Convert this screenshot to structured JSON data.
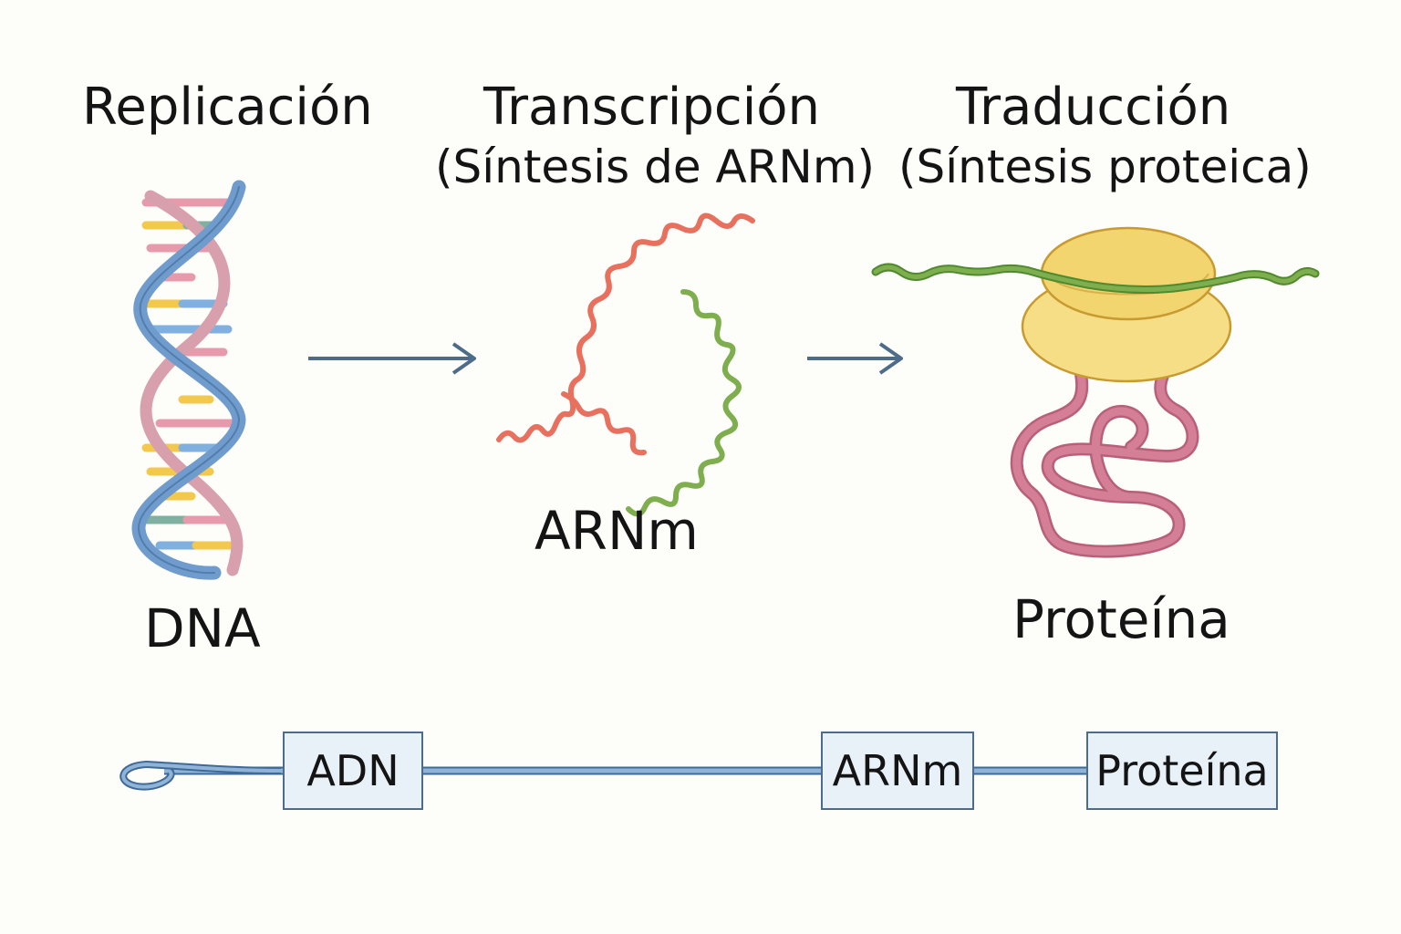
{
  "titles": {
    "replication": "Replicación",
    "transcription": "Transcripción",
    "transcription_sub": "(Síntesis de ARNm)",
    "translation": "Traducción",
    "translation_sub": "(Síntesis proteica)"
  },
  "labels": {
    "dna": "DNA",
    "mrna": "ARNm",
    "protein": "Proteína"
  },
  "flow": {
    "box1": "ADN",
    "box2": "ARNm",
    "box3": "Proteína"
  },
  "colors": {
    "dna_backbone": "#6f9ccc",
    "mrna_red": "#e8705e",
    "mrna_green": "#7fae4e",
    "ribosome": "#f6de87",
    "protein_chain": "#d47f95",
    "arrow": "#4d6c8a"
  },
  "icons": [
    "dna-helix-icon",
    "mrna-strand-icon",
    "ribosome-icon",
    "protein-chain-icon",
    "arrow-right-icon"
  ]
}
